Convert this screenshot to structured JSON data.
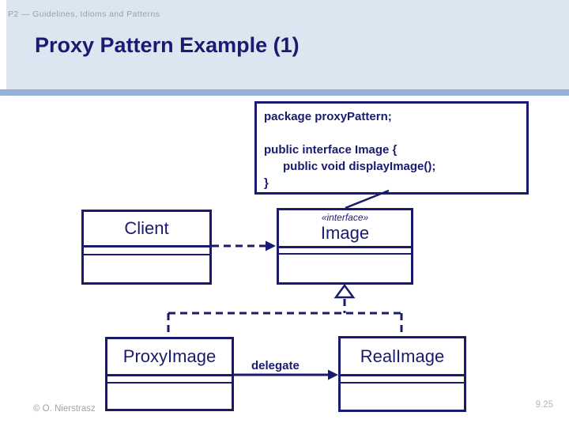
{
  "header": {
    "course": "P2 — Guidelines, Idioms and Patterns"
  },
  "title": "Proxy Pattern Example (1)",
  "code_box": {
    "lines": [
      "package proxyPattern;",
      "",
      "public interface Image {",
      "public void displayImage();",
      "}"
    ]
  },
  "diagram": {
    "client": {
      "name": "Client"
    },
    "image": {
      "stereotype": "«interface»",
      "name": "Image"
    },
    "proxyimage": {
      "name": "ProxyImage"
    },
    "realimage": {
      "name": "RealImage"
    },
    "delegate_label": "delegate"
  },
  "footer": {
    "copyright": "© O. Nierstrasz",
    "page": "9.25"
  },
  "colors": {
    "navy": "#1a1a70",
    "band_blue": "#dce6f1",
    "bar_blue": "#96b3d7",
    "header_gray": "#9b9fa6",
    "footer_gray": "#a3a3a3"
  }
}
